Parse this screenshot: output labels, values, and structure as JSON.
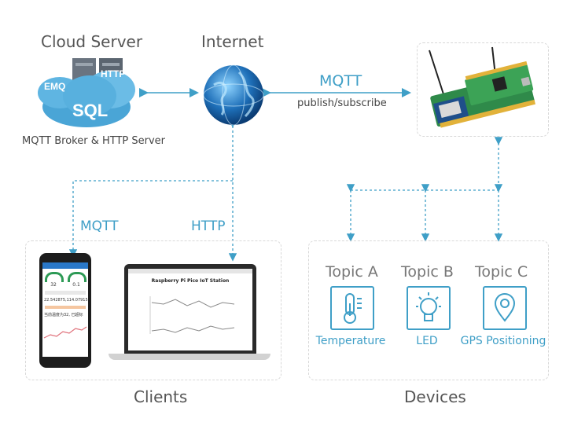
{
  "cloud": {
    "title": "Cloud Server",
    "subtitle": "MQTT Broker & HTTP Server",
    "labels": {
      "emq": "EMQ",
      "http": "HTTP",
      "sql": "SQL"
    },
    "icon": "cloud-server-icon"
  },
  "internet": {
    "title": "Internet",
    "icon": "globe-icon"
  },
  "link_top": {
    "protocol": "MQTT",
    "mode": "publish/subscribe"
  },
  "clients": {
    "title": "Clients",
    "mqtt_label": "MQTT",
    "http_label": "HTTP",
    "laptop_title": "Raspberry Pi Pico IoT Station",
    "phone": {
      "value1": "32",
      "value2": "0.1",
      "gps": "22.542875,114.079152",
      "status": "当前温度为32, 已超标"
    }
  },
  "devices": {
    "title": "Devices",
    "topics": [
      {
        "name": "Topic A",
        "label": "Temperature",
        "icon": "thermometer-icon"
      },
      {
        "name": "Topic B",
        "label": "LED",
        "icon": "lightbulb-icon"
      },
      {
        "name": "Topic C",
        "label": "GPS Positioning",
        "icon": "location-pin-icon"
      }
    ]
  },
  "colors": {
    "accent": "#3f9fc7",
    "dash": "#d8d8d8",
    "board": "#2f8a4a",
    "cloud": "#4aa5d6"
  }
}
